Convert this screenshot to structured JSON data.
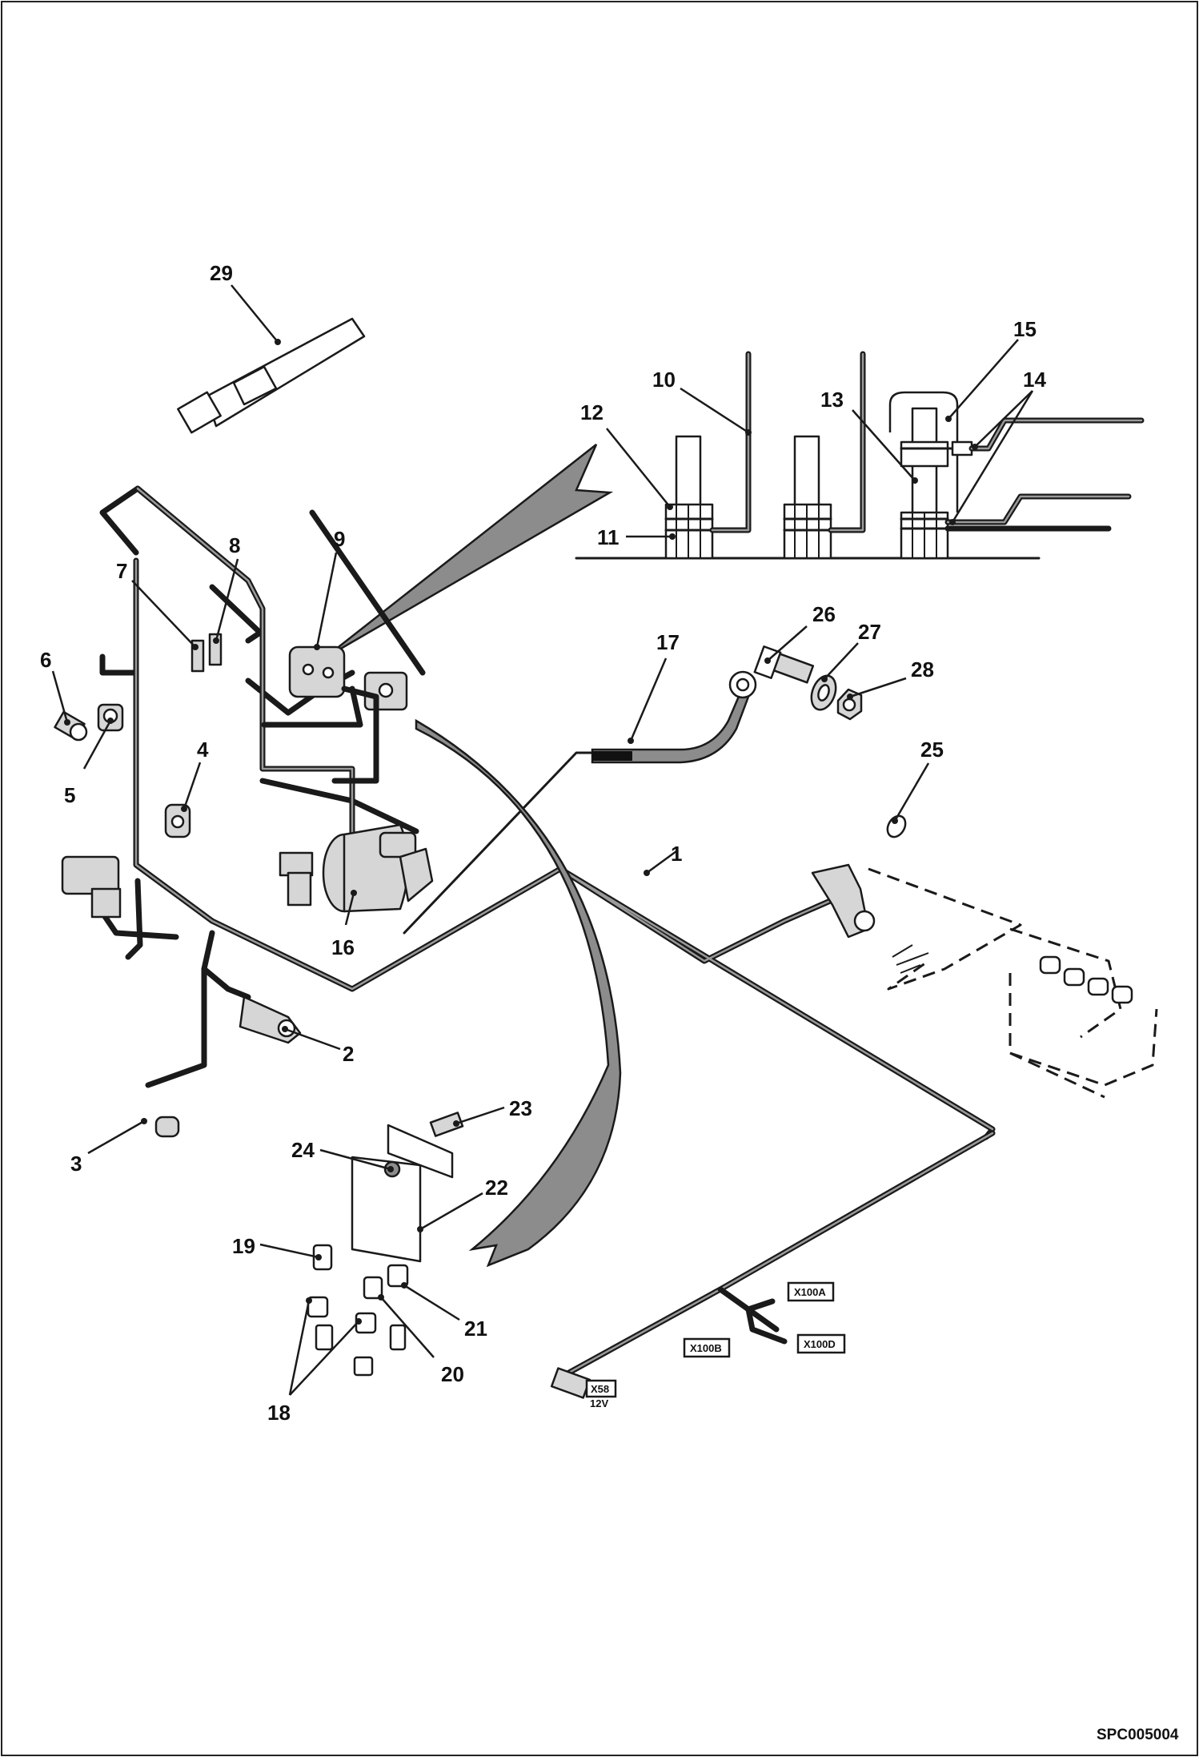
{
  "callouts": [
    {
      "id": "1",
      "label": "1"
    },
    {
      "id": "2",
      "label": "2"
    },
    {
      "id": "3",
      "label": "3"
    },
    {
      "id": "4",
      "label": "4"
    },
    {
      "id": "5",
      "label": "5"
    },
    {
      "id": "6",
      "label": "6"
    },
    {
      "id": "7",
      "label": "7"
    },
    {
      "id": "8",
      "label": "8"
    },
    {
      "id": "9",
      "label": "9"
    },
    {
      "id": "10",
      "label": "10"
    },
    {
      "id": "11",
      "label": "11"
    },
    {
      "id": "12",
      "label": "12"
    },
    {
      "id": "13",
      "label": "13"
    },
    {
      "id": "14",
      "label": "14"
    },
    {
      "id": "15",
      "label": "15"
    },
    {
      "id": "16",
      "label": "16"
    },
    {
      "id": "17",
      "label": "17"
    },
    {
      "id": "18",
      "label": "18"
    },
    {
      "id": "19",
      "label": "19"
    },
    {
      "id": "20",
      "label": "20"
    },
    {
      "id": "21",
      "label": "21"
    },
    {
      "id": "22",
      "label": "22"
    },
    {
      "id": "23",
      "label": "23"
    },
    {
      "id": "24",
      "label": "24"
    },
    {
      "id": "25",
      "label": "25"
    },
    {
      "id": "26",
      "label": "26"
    },
    {
      "id": "27",
      "label": "27"
    },
    {
      "id": "28",
      "label": "28"
    },
    {
      "id": "29",
      "label": "29"
    }
  ],
  "connector_tags": {
    "x100a": "X100A",
    "x100b": "X100B",
    "x100d": "X100D",
    "x58": "X58",
    "x58_voltage": "12V"
  },
  "drawing_ref": "SPC005004"
}
